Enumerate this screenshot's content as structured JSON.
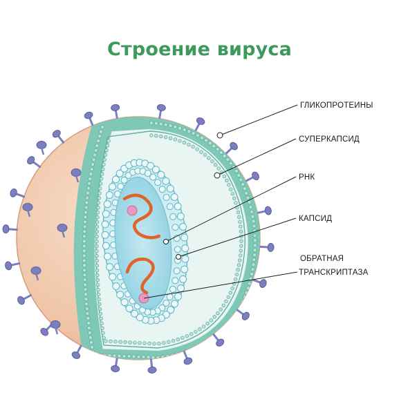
{
  "title": "Строение вируса",
  "colors": {
    "title": "#3d9a5c",
    "shell": "#efc4a6",
    "shell_edge": "#d79c78",
    "envelope": "#7fc8b8",
    "lipid_head": "#b9e3d9",
    "glycoprotein": "#7b7fbd",
    "capsid_fill": "#cdeef2",
    "capsid_bead": "#eaf8fa",
    "core": "#a8dbe8",
    "rna": "#e0642a",
    "enzyme": "#e49ac2"
  },
  "labels": {
    "glycoproteins": "ГЛИКОПРОТЕИНЫ",
    "supercapsid": "СУПЕРКАПСИД",
    "rna": "РНК",
    "capsid": "КАПСИД",
    "rt_line1": "ОБРАТНАЯ",
    "rt_line2": "ТРАНСКРИПТАЗА"
  }
}
